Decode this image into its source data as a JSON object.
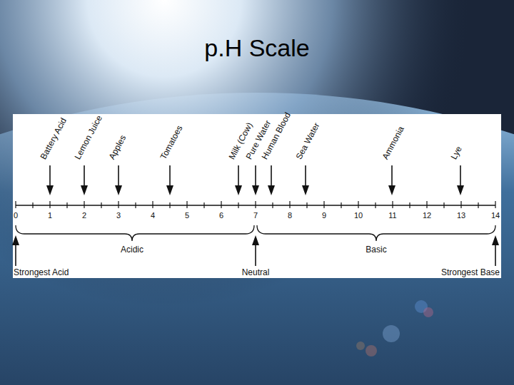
{
  "diagram": {
    "title": "p.H Scale",
    "labels": [
      "Battery Acid",
      "Lemon Juice",
      "Apples",
      "Tomatoes",
      "Milk (Cow)",
      "Pure Water",
      "Human Blood",
      "Sea Water",
      "Ammonia",
      "Lye",
      "0",
      "1",
      "2",
      "3",
      "4",
      "5",
      "6",
      "7",
      "8",
      "9",
      "10",
      "11",
      "12",
      "13",
      "14",
      "Acidic",
      "Basic",
      "Strongest Acid",
      "Neutral",
      "Strongest Base"
    ]
  }
}
